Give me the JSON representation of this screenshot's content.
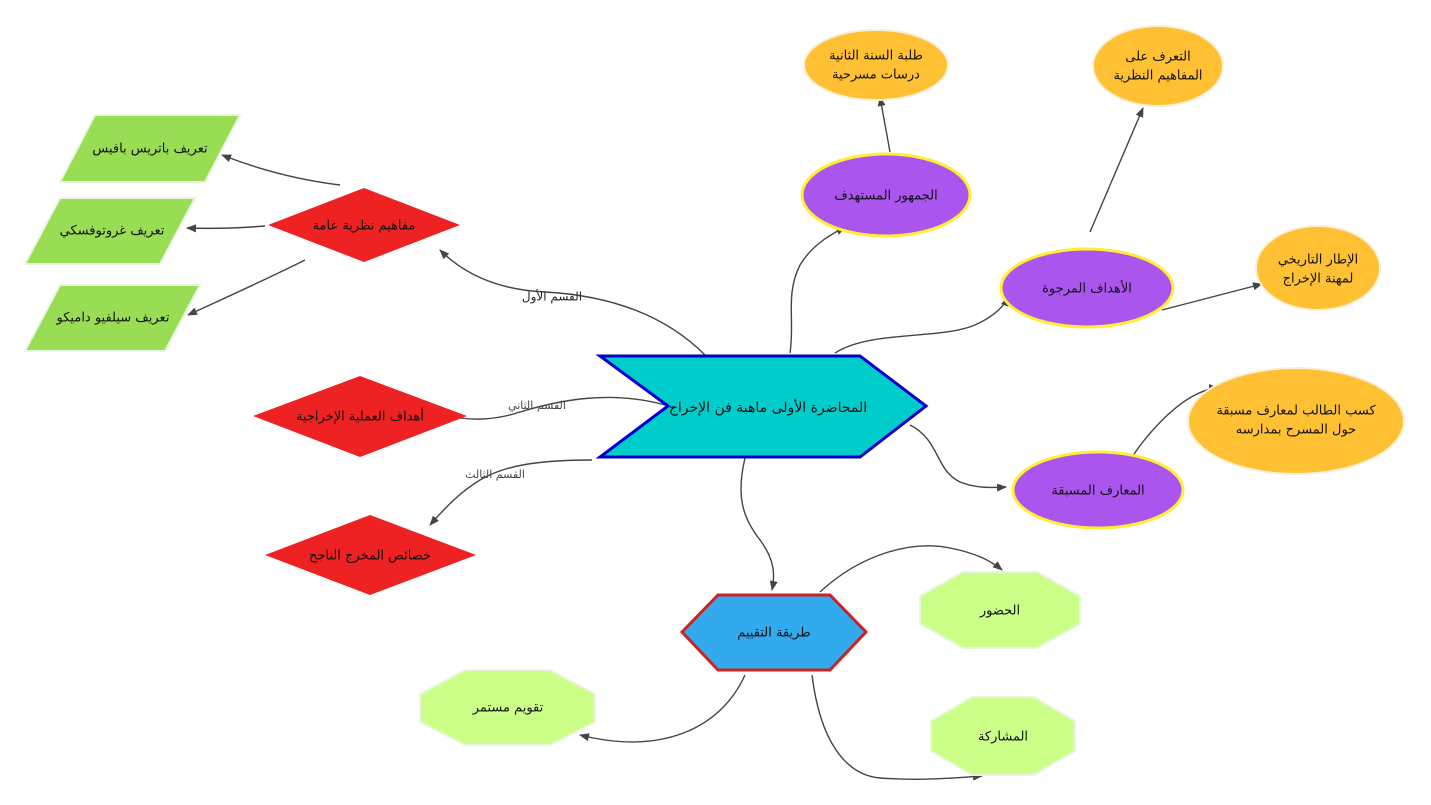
{
  "central": {
    "label": "المحاضرة الأولى ماهية فن الإخراج",
    "fill": "#00cccc",
    "stroke": "#0000cc"
  },
  "sections": [
    {
      "key": "s1",
      "label": "مفاهيم نظرية عامة",
      "edge_label": "القسم الأول"
    },
    {
      "key": "s2",
      "label": "أهداف العملية الإخراجية",
      "edge_label": "القسم الثاني"
    },
    {
      "key": "s3",
      "label": "خصائص المخرج الناجح",
      "edge_label": "القسم الثالث"
    }
  ],
  "definitions": [
    {
      "key": "d1",
      "label": "تعريف باتريس بافيس"
    },
    {
      "key": "d2",
      "label": "تعريف غروتوفسكي"
    },
    {
      "key": "d3",
      "label": "تعريف سيلفيو داميكو"
    }
  ],
  "purple_nodes": [
    {
      "key": "p1",
      "label": "الجمهور المستهدف"
    },
    {
      "key": "p2",
      "label": "الأهداف المرجوة"
    },
    {
      "key": "p3",
      "label": "المعارف المسبقة"
    }
  ],
  "orange_nodes": [
    {
      "key": "o1",
      "lines": [
        "طلبة السنة الثانية",
        "درسات مسرحية"
      ]
    },
    {
      "key": "o2",
      "lines": [
        "التعرف على",
        "المفاهيم النظرية"
      ]
    },
    {
      "key": "o3",
      "lines": [
        "الإطار التاريخي",
        "لمهنة الإخراج"
      ]
    },
    {
      "key": "o4",
      "lines": [
        "كسب الطالب لمعارف مسبقة",
        "حول المسرح بمدارسه"
      ]
    }
  ],
  "evaluation": {
    "label": "طريقة التقييم"
  },
  "green_nodes": [
    {
      "key": "g1",
      "label": "الحضور"
    },
    {
      "key": "g2",
      "label": "المشاركة"
    },
    {
      "key": "g3",
      "label": "تقويم مستمر"
    }
  ],
  "colors": {
    "red": "#ee2222",
    "green_para": "#99dd55",
    "purple": "#aa55ee",
    "purple_stroke": "#ffee33",
    "orange": "#ffc133",
    "eval_fill": "#33aaee",
    "eval_stroke": "#cc2222",
    "octagon": "#ccff88"
  }
}
